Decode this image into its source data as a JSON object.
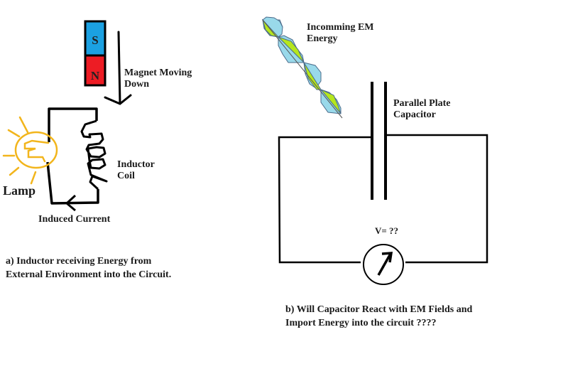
{
  "colors": {
    "magnet_south": "#1ba1e2",
    "magnet_north": "#ed1c24",
    "lamp": "#f2b51c",
    "wave_blue": "#99d9ea",
    "wave_green": "#b5e61d",
    "wire": "#000000"
  },
  "magnet": {
    "south_label": "S",
    "north_label": "N",
    "motion_label": [
      "Magnet Moving",
      "Down"
    ]
  },
  "inductor_circuit": {
    "lamp_label": "Lamp",
    "coil_label": [
      "Inductor",
      "Coil"
    ],
    "current_label": "Induced Current",
    "caption": [
      "a) Inductor receiving Energy from",
      "External Environment into the Circuit."
    ]
  },
  "capacitor_circuit": {
    "wave_label": [
      "Incomming EM",
      "Energy"
    ],
    "capacitor_label": [
      "Parallel Plate",
      "Capacitor"
    ],
    "voltmeter_label": "V= ??",
    "caption": [
      "b)  Will Capacitor React with EM Fields and",
      "Import Energy into the circuit ????"
    ]
  }
}
